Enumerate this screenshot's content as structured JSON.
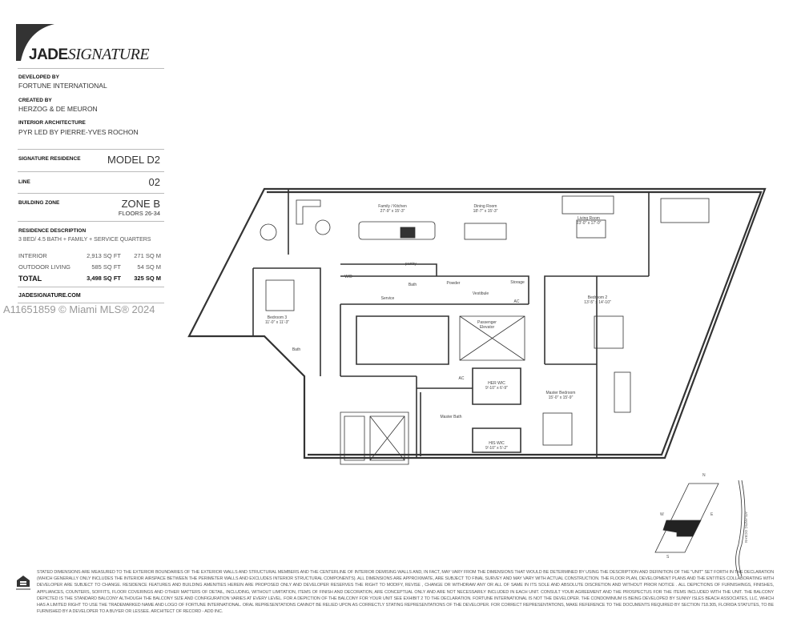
{
  "brand": {
    "name_bold": "JADE",
    "name_italic": "SIGNATURE"
  },
  "credits": [
    {
      "label": "DEVELOPED BY",
      "value": "FORTUNE INTERNATIONAL"
    },
    {
      "label": "CREATED BY",
      "value": "HERZOG & DE MEURON"
    },
    {
      "label": "INTERIOR ARCHITECTURE",
      "value": "PYR LED BY PIERRE-YVES ROCHON"
    }
  ],
  "specs": {
    "residence_label": "SIGNATURE RESIDENCE",
    "residence_value": "MODEL D2",
    "line_label": "LINE",
    "line_value": "02",
    "zone_label": "BUILDING ZONE",
    "zone_value": "ZONE B",
    "floors": "FLOORS 26-34",
    "description_label": "RESIDENCE DESCRIPTION",
    "description": "3 BED/ 4.5 BATH + FAMILY + SERVICE QUARTERS",
    "areas": [
      {
        "name": "INTERIOR",
        "sqft": "2,913 SQ FT",
        "sqm": "271 SQ M"
      },
      {
        "name": "OUTDOOR LIVING",
        "sqft": "585 SQ FT",
        "sqm": "54 SQ M"
      },
      {
        "name": "TOTAL",
        "sqft": "3,498 SQ FT",
        "sqm": "325 SQ M"
      }
    ],
    "website": "JADESIGNATURE.COM"
  },
  "watermark": "A11651859 © Miami MLS® 2024",
  "rooms": {
    "family": {
      "name": "Family / Kitchen",
      "dim": "27'-9\" x 15'-3\""
    },
    "dining": {
      "name": "Dining Room",
      "dim": "18'-7\" x 15'-3\""
    },
    "living": {
      "name": "Living Room",
      "dim": "23'-0\" x 17'-0\""
    },
    "bedroom2": {
      "name": "Bedroom 2",
      "dim": "13'-5\" x 14'-10\""
    },
    "bedroom3": {
      "name": "Bedroom 3",
      "dim": "11'-0\" x 11'-3\""
    },
    "master": {
      "name": "Master Bedroom",
      "dim": "15'-0\" x 15'-9\""
    },
    "her_wic": {
      "name": "HER WIC",
      "dim": "9'-10\" x 6'-9\""
    },
    "his_wic": {
      "name": "HIS WIC",
      "dim": "9'-10\" x 5'-2\""
    },
    "master_bath": "Master Bath",
    "wd": "W/D",
    "pantry": "pantry",
    "bath": "Bath",
    "bath3": "Bath",
    "service": "Service",
    "powder": "Powder",
    "vestibule": "Vestibule",
    "storage": "Storage",
    "ac": "AC",
    "ac2": "AC",
    "elevator": "Passenger Elevator"
  },
  "keyplan": {
    "n": "N",
    "s": "S",
    "e": "E",
    "w": "W",
    "ocean": "ATLANTIC OCEAN"
  },
  "disclaimer": "STATED DIMENSIONS ARE MEASURED TO THE EXTERIOR BOUNDARIES OF THE EXTERIOR WALLS AND STRUCTURAL MEMBERS AND THE CENTERLINE OF INTERIOR DEMISING WALLS AND, IN FACT, MAY VARY FROM THE DIMENSIONS THAT WOULD BE DETERMINED BY USING THE DESCRIPTION AND DEFINITION OF THE \"UNIT\" SET FORTH IN THE DECLARATION (WHICH GENERALLY ONLY INCLUDES THE INTERIOR AIRSPACE BETWEEN THE PERIMETER WALLS AND EXCLUDES INTERIOR STRUCTURAL COMPONENTS). ALL DIMENSIONS ARE APPROXIMATE, ARE SUBJECT TO FINAL SURVEY AND MAY VARY WITH ACTUAL CONSTRUCTION. THE FLOOR PLAN, DEVELOPMENT PLANS AND THE ENTITIES COLLABORATING WITH DEVELOPER ARE SUBJECT TO CHANGE. RESIDENCE FEATURES AND BUILDING AMENITIES HEREIN ARE PROPOSED ONLY AND DEVELOPER RESERVES THE RIGHT TO MODIFY, REVISE , CHANGE OR WITHDRAW ANY OR ALL OF SAME IN ITS SOLE AND ABSOLUTE DISCRETION AND WITHOUT PRIOR NOTICE . ALL DEPICTIONS OF FURNISHINGS, FINISHES, APPLIANCES, COUNTERS, SOFFITS, FLOOR COVERINGS AND OTHER MATTERS OF DETAIL, INCLUDING, WITHOUT LIMITATION, ITEMS OF FINISH AND DECORATION, ARE CONCEPTUAL ONLY AND ARE NOT NECESSARILY INCLUDED IN EACH UNIT. CONSULT YOUR AGREEMENT AND THE PROSPECTUS FOR THE ITEMS INCLUDED WITH THE UNIT. THE BALCONY DEPICTED IS THE STANDARD BALCONY ALTHOUGH THE BALCONY SIZE AND CONFIGURATION VARIES AT EVERY LEVEL. FOR A DEPICTION OF THE BALCONY FOR YOUR UNIT SEE EXHIBIT 2 TO THE DECLARATION. FORTUNE INTERNATIONAL IS NOT THE DEVELOPER. THE CONDOMINIUM IS BEING DEVELOPED BY SUNNY ISLES BEACH ASSOCIATES, LLC, WHICH HAS A LIMITED RIGHT TO USE THE TRADEMARKED NAME AND LOGO OF FORTUNE INTERNATIONAL. ORAL REPRESENTATIONS CANNOT BE RELIED UPON AS CORRECTLY STATING REPRESENTATIONS OF THE DEVELOPER. FOR CORRECT REPRESENTATIONS, MAKE REFERENCE TO THE DOCUMENTS REQUIRED BY SECTION 718.305, FLORIDA STATUTES, TO BE FURNISHED BY A DEVELOPER TO A BUYER OR LESSEE. ARCHITECT OF RECORD - ADD INC."
}
